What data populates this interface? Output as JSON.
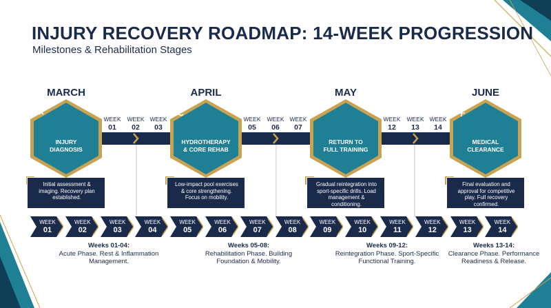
{
  "title": "INJURY RECOVERY ROADMAP: 14-WEEK PROGRESSION",
  "subtitle": "Milestones & Rehabilitation Stages",
  "colors": {
    "navy": "#1a2a4a",
    "teal": "#1f7f95",
    "gold": "#c9a352"
  },
  "months": [
    "MARCH",
    "APRIL",
    "MAY",
    "JUNE"
  ],
  "milestones": [
    {
      "line1": "INJURY",
      "line2": "DIAGNOSIS",
      "icon": "bone-injury-icon",
      "desc": "Initial assessment & imaging. Recovery plan established."
    },
    {
      "line1": "HYDROTHERAPY",
      "line2": "& CORE REHAB",
      "icon": "hydrotherapy-pool-icon",
      "desc": "Low-impact pool exercises & core strengthening. Focus on mobility."
    },
    {
      "line1": "RETURN TO",
      "line2": "FULL TRAINING",
      "icon": "running-person-icon",
      "desc": "Gradual reintegration into sport-specific drills. Load management & conditioning."
    },
    {
      "line1": "MEDICAL",
      "line2": "CLEARANCE",
      "icon": "shield-check-icon",
      "desc": "Final evaluation and approval for competitive play. Full recovery confirmed."
    }
  ],
  "week_word": "WEEK",
  "top_weeks": [
    "01",
    "02",
    "03",
    "05",
    "06",
    "07",
    "12",
    "13",
    "14"
  ],
  "timeline_weeks": [
    "01",
    "02",
    "03",
    "04",
    "05",
    "06",
    "07",
    "08",
    "09",
    "10",
    "11",
    "12",
    "13",
    "14"
  ],
  "phases": [
    {
      "title": "Weeks 01-04:",
      "text": "Acute Phase. Rest & Inflammation Management."
    },
    {
      "title": "Weeks 05-08:",
      "text": "Rehabilitation Phase. Building Foundation & Mobility."
    },
    {
      "title": "Weeks 09-12:",
      "text": "Reintegration Phase. Sport-Specific Functional Training."
    },
    {
      "title": "Weeks 13-14:",
      "text": "Clearance Phase. Performance Readiness & Release."
    }
  ]
}
